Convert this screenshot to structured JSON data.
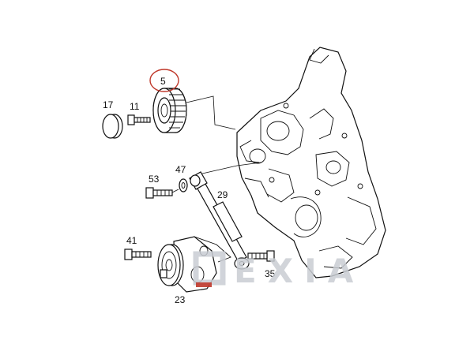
{
  "parts": {
    "p5": "5",
    "p17": "17",
    "p11": "11",
    "p53": "53",
    "p47": "47",
    "p29": "29",
    "p41": "41",
    "p35": "35",
    "p23": "23"
  },
  "highlight": {
    "part": "5",
    "color": "#c0392b"
  },
  "watermark": {
    "text": "EXIA",
    "color": "#c9cdd3",
    "accent": "#c0392b"
  }
}
